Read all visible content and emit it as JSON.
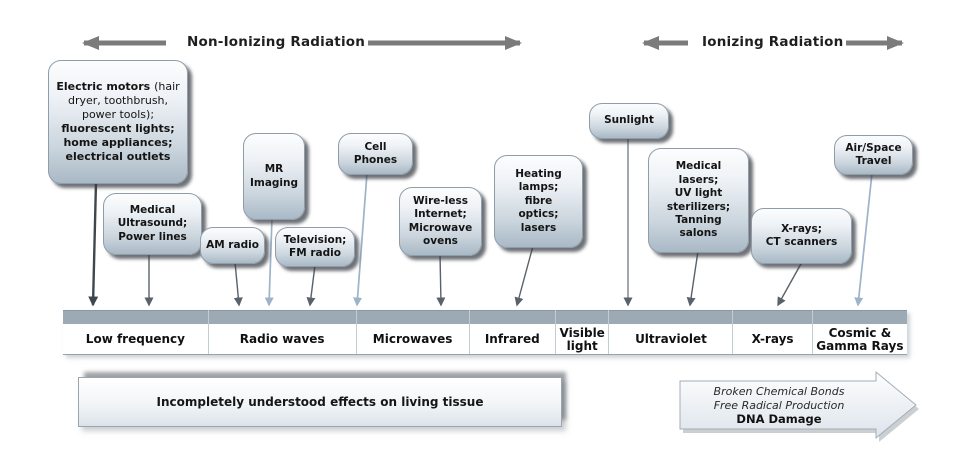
{
  "header": {
    "non_ionizing_label": "Non-Ionizing Radiation",
    "ionizing_label": "Ionizing Radiation"
  },
  "bubbles": {
    "electric_motors": {
      "seg_bold1": "Electric motors",
      "seg_normal": "(hair dryer, toothbrush, power tools);",
      "seg_bold2": "fluorescent lights; home appliances; electrical outlets"
    },
    "medical_ultrasound": {
      "label": "Medical\nUltrasound;\nPower lines"
    },
    "mr_imaging": {
      "label": "MR\nImaging"
    },
    "am_radio": {
      "label": "AM radio"
    },
    "television_fm": {
      "label": "Television;\nFM radio"
    },
    "cell_phones": {
      "label": "Cell\nPhones"
    },
    "wireless_internet": {
      "label": "Wire-less\nInternet;\nMicrowave\novens"
    },
    "heating_lamps": {
      "label": "Heating\nlamps;\nfibre\noptics;\nlasers"
    },
    "sunlight": {
      "label": "Sunlight"
    },
    "medical_lasers": {
      "label": "Medical\nlasers;\nUV light\nsterilizers;\nTanning\nsalons"
    },
    "xrays_ct": {
      "label": "X-rays;\nCT scanners"
    },
    "air_space": {
      "label": "Air/Space\nTravel"
    }
  },
  "spectrum": {
    "bands": [
      "Low frequency",
      "Radio waves",
      "Microwaves",
      "Infrared",
      "Visible\nlight",
      "Ultraviolet",
      "X-rays",
      "Cosmic &\nGamma Rays"
    ]
  },
  "effects": {
    "non_ionizing": "Incompletely understood effects on living tissue",
    "ionizing_lines": [
      "Broken Chemical Bonds",
      "Free Radical Production",
      "DNA Damage"
    ]
  },
  "colors": {
    "bubble_gradient_top": "#fcfdfe",
    "bubble_gradient_bottom": "#a9b9c6",
    "spectrum_bar": "#9caab6",
    "connector_dark": "#3f474e",
    "connector_gray": "#59626a",
    "connector_blue": "#9db3c9",
    "header_arrow": "#7b7b7b"
  }
}
